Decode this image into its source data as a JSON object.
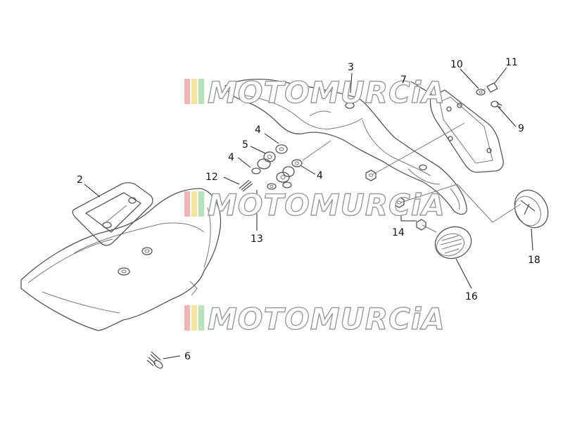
{
  "watermark": {
    "text": "MOTOMURCiA",
    "stripe_colors": [
      "#f0b4b4",
      "#f4e79a",
      "#b7e3b7"
    ]
  },
  "callouts": [
    {
      "id": "c2",
      "label": "2"
    },
    {
      "id": "c3",
      "label": "3"
    },
    {
      "id": "c4a",
      "label": "4"
    },
    {
      "id": "c4b",
      "label": "4"
    },
    {
      "id": "c4c",
      "label": "4"
    },
    {
      "id": "c5",
      "label": "5"
    },
    {
      "id": "c6",
      "label": "6"
    },
    {
      "id": "c7",
      "label": "7"
    },
    {
      "id": "c9",
      "label": "9"
    },
    {
      "id": "c10",
      "label": "10"
    },
    {
      "id": "c11",
      "label": "11"
    },
    {
      "id": "c12",
      "label": "12"
    },
    {
      "id": "c13",
      "label": "13"
    },
    {
      "id": "c14",
      "label": "14"
    },
    {
      "id": "c16",
      "label": "16"
    },
    {
      "id": "c18",
      "label": "18"
    }
  ]
}
